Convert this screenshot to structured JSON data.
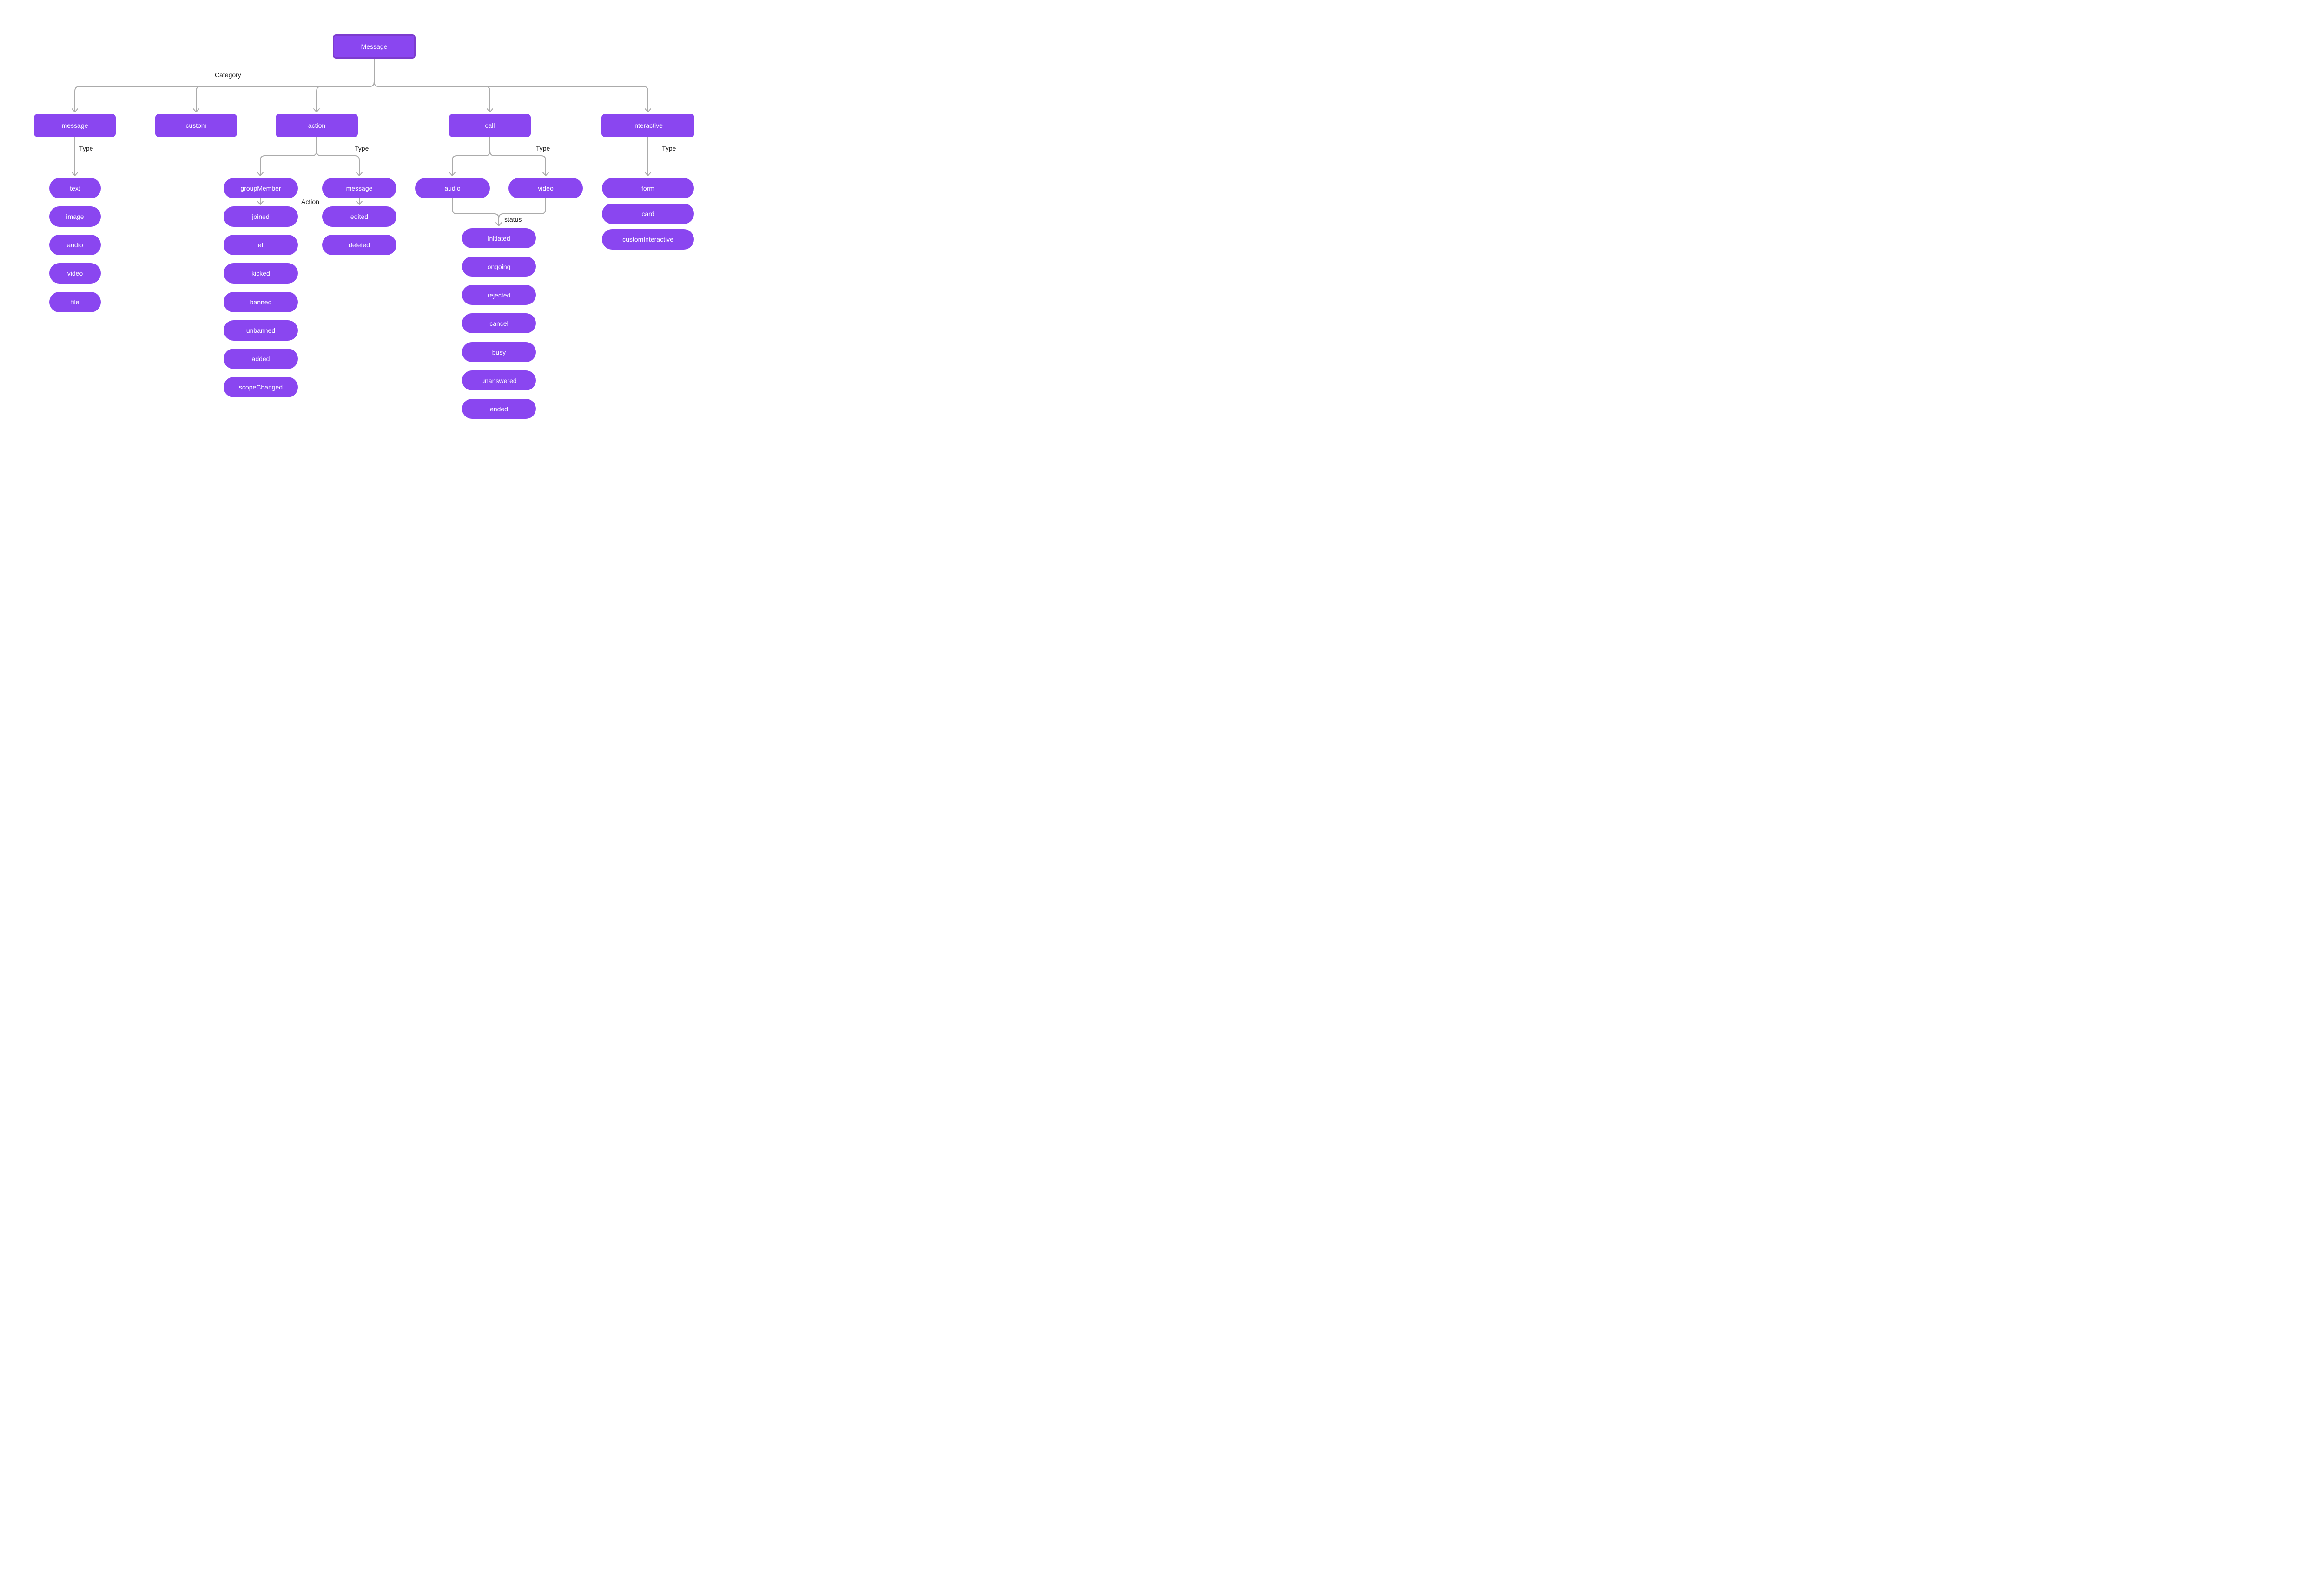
{
  "root_label": "Message",
  "labels": {
    "category": "Category",
    "type_message": "Type",
    "type_action": "Type",
    "type_call": "Type",
    "type_interactive": "Type",
    "action": "Action",
    "status": "status"
  },
  "categories": {
    "message": "message",
    "custom": "custom",
    "action": "action",
    "call": "call",
    "interactive": "interactive"
  },
  "message_types": [
    "text",
    "image",
    "audio",
    "video",
    "file"
  ],
  "action_types": {
    "group_member": "groupMember",
    "message": "message"
  },
  "group_member_actions": [
    "joined",
    "left",
    "kicked",
    "banned",
    "unbanned",
    "added",
    "scopeChanged"
  ],
  "message_actions": [
    "edited",
    "deleted"
  ],
  "call_types": {
    "audio": "audio",
    "video": "video"
  },
  "call_statuses": [
    "initiated",
    "ongoing",
    "rejected",
    "cancel",
    "busy",
    "unanswered",
    "ended"
  ],
  "interactive_types": [
    "form",
    "card",
    "customInteractive"
  ],
  "colors": {
    "background": "#FFFFFF",
    "node_fill": "#8A46F0",
    "node_text": "#FFFFFF",
    "root_border": "#7C3CCE",
    "connector": "#ABABAB",
    "label_text": "#1E1E1E"
  }
}
